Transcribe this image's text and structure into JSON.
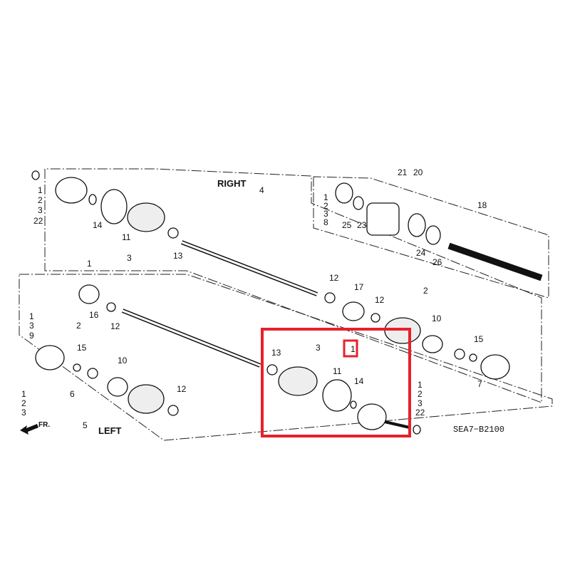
{
  "diagram": {
    "sections": {
      "right": "RIGHT",
      "left": "LEFT"
    },
    "front_arrow": "FR.",
    "diagram_code": "SEA7−B2100",
    "highlight_color": "#e8202a",
    "callouts": [
      "1",
      "2",
      "3",
      "22",
      "4",
      "14",
      "11",
      "13",
      "3",
      "1",
      "21",
      "20",
      "18",
      "1",
      "2",
      "3",
      "8",
      "25",
      "23",
      "24",
      "26",
      "12",
      "17",
      "12",
      "2",
      "10",
      "15",
      "7",
      "16",
      "12",
      "1",
      "3",
      "9",
      "2",
      "15",
      "10",
      "6",
      "12",
      "1",
      "2",
      "3",
      "5",
      "13",
      "3",
      "1",
      "11",
      "14",
      "1",
      "2",
      "3",
      "22"
    ],
    "highlighted_callout": "1"
  }
}
